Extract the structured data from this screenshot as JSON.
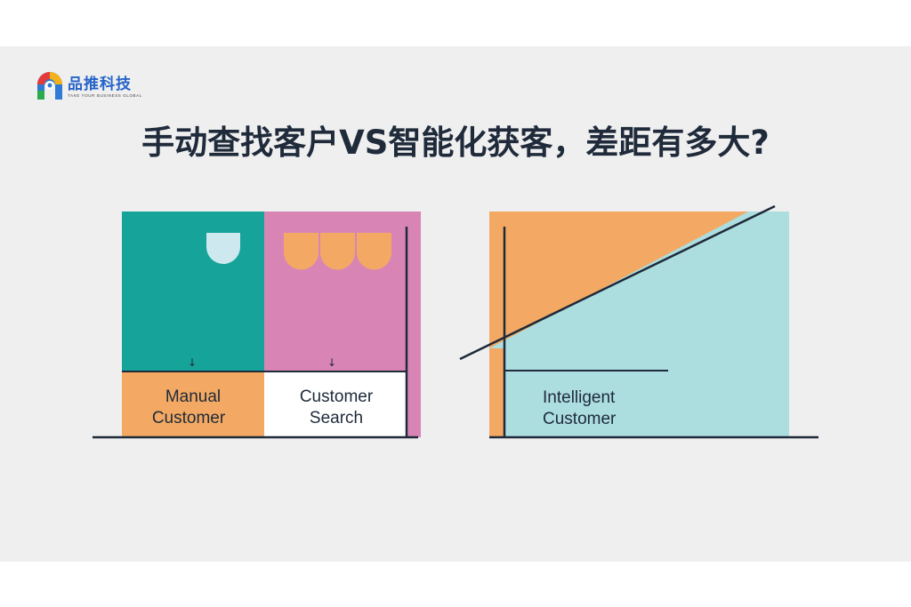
{
  "brand": {
    "name": "品推科技",
    "tagline": "TAKE YOUR BUSINESS GLOBAL"
  },
  "title": {
    "part1": "手动查找客户",
    "vs": "VS",
    "part2": "智能化获客，差距有多大?"
  },
  "left_diagram": {
    "box1_line1": "Manual",
    "box1_line2": "Customer",
    "box2_line1": "Customer",
    "box2_line2": "Search",
    "arrow": "↓"
  },
  "right_diagram": {
    "label_line1": "Intelligent",
    "label_line2": "Customer"
  },
  "colors": {
    "background": "#efefef",
    "teal": "#15a39a",
    "pink": "#d885b6",
    "orange": "#f3a963",
    "light_teal": "#acdddf",
    "light_blue_tab": "#cde8ee",
    "ink": "#1f2a3a",
    "brand_blue": "#2563c9"
  }
}
